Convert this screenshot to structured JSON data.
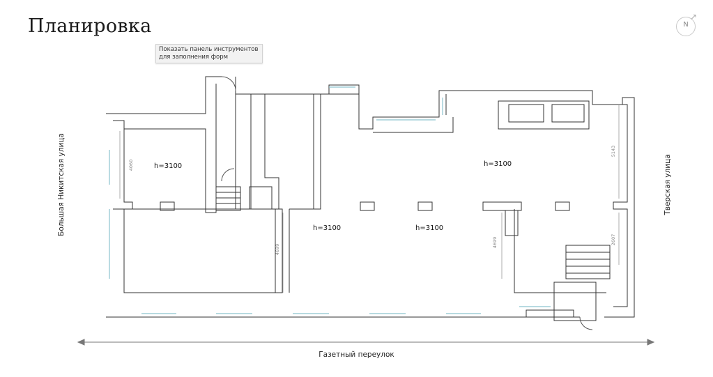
{
  "title": "Планировка",
  "tooltip": {
    "line1": "Показать панель инструментов",
    "line2": "для заполнения форм"
  },
  "compass": {
    "label": "N"
  },
  "streets": {
    "left": "Большая Никитская улица",
    "right": "Тверская улица",
    "bottom": "Газетный переулок"
  },
  "heights": [
    "h=3100",
    "h=3100",
    "h=3100",
    "h=3100"
  ],
  "dimensions": [
    "4060",
    "4699",
    "4699",
    "5143",
    "2607"
  ],
  "colors": {
    "wall": "#333333",
    "window": "#8cc3cf",
    "dim": "#999999"
  }
}
